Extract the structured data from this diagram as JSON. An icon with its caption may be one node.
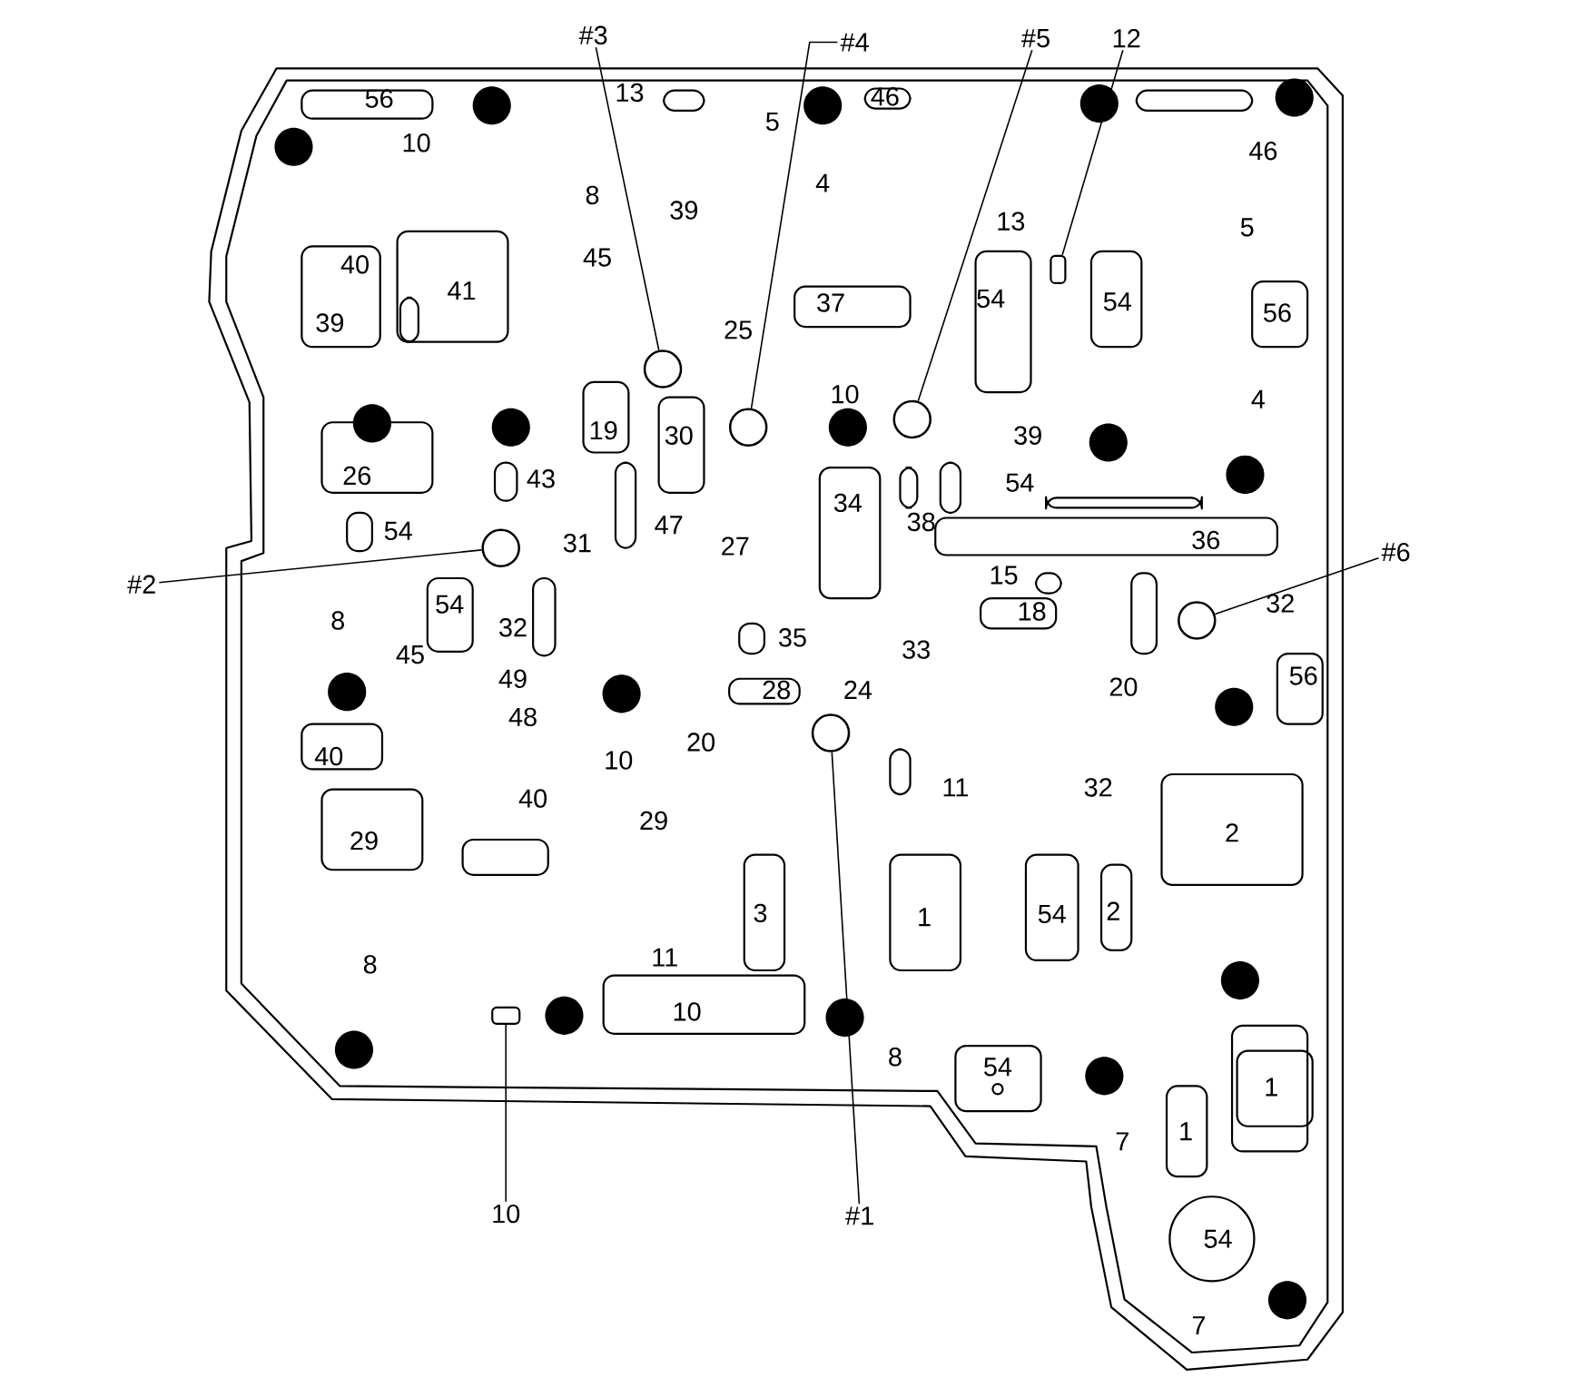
{
  "diagram": {
    "nodes": [
      {
        "text": [
          "#3"
        ]
      },
      {
        "text": [
          "#4"
        ]
      },
      {
        "text": [
          "#5"
        ]
      },
      {
        "text": [
          "12"
        ]
      },
      {
        "text": [
          "#2"
        ]
      },
      {
        "text": [
          "#6"
        ]
      },
      {
        "text": [
          "10"
        ]
      },
      {
        "text": [
          "#1"
        ]
      },
      {
        "text": [],
        "shape": "circle"
      },
      {
        "text": [],
        "shape": "circle"
      },
      {
        "text": [],
        "shape": "circle"
      },
      {
        "text": [],
        "shape": "box"
      },
      {
        "text": [],
        "shape": "circle"
      },
      {
        "text": [],
        "shape": "circle"
      },
      {
        "text": [],
        "shape": "box"
      },
      {
        "text": [],
        "shape": "circle"
      }
    ],
    "edges": [
      {
        "from": 0,
        "to": 8,
        "arrow": "none"
      },
      {
        "from": 1,
        "to": 9,
        "arrow": "none"
      },
      {
        "from": 2,
        "to": 10,
        "arrow": "none"
      },
      {
        "from": 3,
        "to": 11,
        "arrow": "none"
      },
      {
        "from": 4,
        "to": 12,
        "arrow": "none"
      },
      {
        "from": 5,
        "to": 13,
        "arrow": "none"
      },
      {
        "from": 6,
        "to": 14,
        "arrow": "none"
      },
      {
        "from": 7,
        "to": 15,
        "arrow": "none"
      }
    ],
    "labels": [
      "56",
      "13",
      "46",
      "5",
      "10",
      "46",
      "4",
      "8",
      "39",
      "13",
      "5",
      "40",
      "45",
      "41",
      "37",
      "54",
      "54",
      "56",
      "39",
      "25",
      "10",
      "4",
      "19",
      "30",
      "39",
      "26",
      "43",
      "34",
      "54",
      "54",
      "47",
      "38",
      "31",
      "27",
      "36",
      "15",
      "8",
      "54",
      "18",
      "32",
      "45",
      "32",
      "35",
      "33",
      "49",
      "56",
      "28",
      "24",
      "20",
      "48",
      "20",
      "40",
      "10",
      "11",
      "32",
      "40",
      "29",
      "2",
      "29",
      "3",
      "1",
      "54",
      "2",
      "8",
      "11",
      "10",
      "8",
      "54",
      "1",
      "7",
      "1",
      "54",
      "7"
    ]
  }
}
